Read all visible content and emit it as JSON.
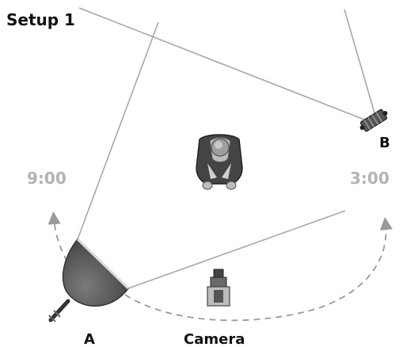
{
  "title": "Setup 1",
  "labels": {
    "light_a": "A",
    "light_b": "B",
    "camera": "Camera",
    "left_time": "9:00",
    "right_time": "3:00"
  },
  "colors": {
    "text_dark": "#111111",
    "text_muted": "#b3b3b3",
    "line_gray": "#a8a8a8",
    "arc_gray": "#9a9a9a",
    "softbox_dark": "#555555",
    "figure_dark": "#444444",
    "figure_light": "#bdbdbd"
  },
  "icons": {
    "light_a": "softbox-icon",
    "light_b": "spotlight-icon",
    "camera": "camera-icon",
    "subject": "person-top-view-icon"
  }
}
